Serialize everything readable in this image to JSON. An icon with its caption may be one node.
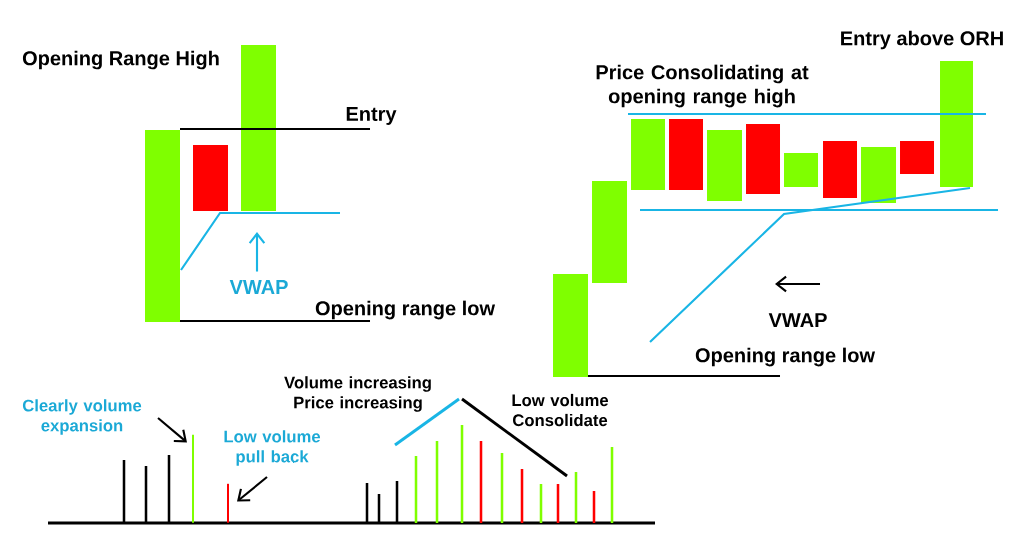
{
  "diagram": {
    "nodes": [
      {
        "text": [
          "Opening Range High"
        ]
      },
      {
        "text": [
          "Entry"
        ]
      },
      {
        "text": [
          "VWAP"
        ]
      },
      {
        "text": [
          "Opening range low"
        ]
      },
      {
        "text": [
          "Price Consolidating at opening range high"
        ]
      },
      {
        "text": [
          "Entry above ORH"
        ]
      },
      {
        "text": [
          "VWAP"
        ]
      },
      {
        "text": [
          "Opening range low"
        ]
      },
      {
        "text": [
          "Volume increasing Price increasing"
        ]
      },
      {
        "text": [
          "Low volume Consolidate"
        ]
      },
      {
        "text": [
          "Clearly volume expansion"
        ]
      },
      {
        "text": [
          "Low volume pull back"
        ]
      },
      {
        "text": [],
        "shape": "bar"
      },
      {
        "text": [],
        "shape": "bar"
      }
    ],
    "edges": [
      {
        "from": 2,
        "to": null,
        "arrow": "to",
        "color": "#19b5e5"
      },
      {
        "from": 10,
        "to": 12,
        "arrow": "to"
      },
      {
        "from": 11,
        "to": 13,
        "arrow": "to"
      }
    ]
  }
}
